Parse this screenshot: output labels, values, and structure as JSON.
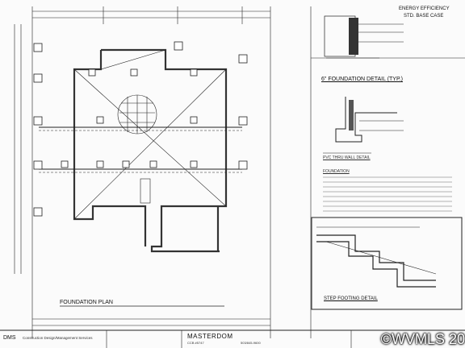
{
  "plan": {
    "title": "FOUNDATION PLAN"
  },
  "energy": {
    "title_line1": "ENERGY EFFICIENCY",
    "title_line2": "STD. BASE CASE"
  },
  "foundation_detail": {
    "title": "6\" FOUNDATION DETAIL (TYP.)"
  },
  "pvc_detail": {
    "title": "PVC THRU WALL DETAIL"
  },
  "notes": {
    "heading": "FOUNDATION"
  },
  "step_footing": {
    "title": "STEP FOOTING DETAIL"
  },
  "title_block": {
    "company_abbr": "DMS",
    "company_name": "Construction Design/Management Services",
    "project_name": "MASTERDOM",
    "project_sub": "CCB #5747",
    "phone": "503/845-9600"
  },
  "watermark": "©WVMLS 20"
}
